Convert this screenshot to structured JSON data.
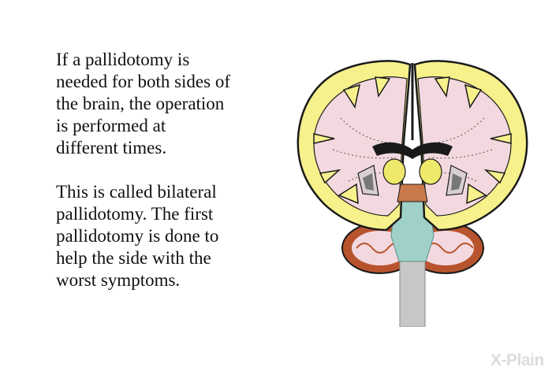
{
  "paragraphs": [
    "If a pallidotomy is\nneeded for both sides of\nthe brain, the operation\nis performed at\ndifferent times.",
    "This is called bilateral\npallidotomy. The first\npallidotomy is done to\nhelp the side with the\nworst symptoms."
  ],
  "illustration": {
    "subject": "coronal-brain-section",
    "colors": {
      "cortex": "#f7f18c",
      "white_matter": "#f3d9df",
      "outline": "#1a1a1a",
      "ventricle": "#1a1a1a",
      "thalamus": "#eee96a",
      "brainstem": "#9fd1c8",
      "spinal_cord": "#c7c7c7",
      "cerebellum": "#b8542d",
      "midbrain": "#c97a4a"
    }
  },
  "watermark": {
    "text": "X-Plain"
  }
}
